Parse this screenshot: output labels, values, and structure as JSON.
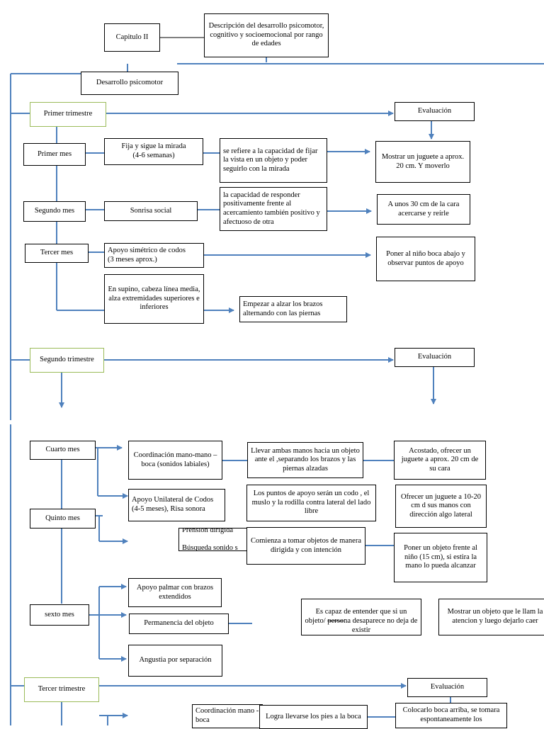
{
  "title": {
    "chapter": "Capitulo II",
    "description": "Descripción del desarrollo psicomotor, cognitivo y socioemocional por rango de edades"
  },
  "main_branch": "Desarrollo psicomotor",
  "first_trimester": {
    "label": "Primer trimestre",
    "evaluation": "Evaluación",
    "month1": {
      "label": "Primer mes",
      "milestone": "Fija y sigue la mirada\n(4-6 semanas)",
      "definition": "se refiere a la capacidad de fijar la vista en un objeto y poder seguirlo con la mirada",
      "test": "Mostrar un juguete a aprox. 20 cm. Y moverlo"
    },
    "month2": {
      "label": "Segundo mes",
      "milestone": "Sonrisa social",
      "definition": "la capacidad de responder positivamente frente al acercamiento también positivo y afectuoso de otra",
      "test": "A unos  30 cm de la cara acercarse y reírle"
    },
    "month3": {
      "label": "Tercer mes",
      "milestone1": "Apoyo simétrico de codos\n(3 meses aprox.)",
      "test1": "Poner al niño boca abajo y observar puntos de apoyo",
      "milestone2": "En supino, cabeza línea media, alza extremidades superiores e inferiores",
      "test2": "Empezar a alzar los brazos alternando con las piernas"
    }
  },
  "second_trimester": {
    "label": "Segundo trimestre",
    "evaluation": "Evaluación",
    "month4": {
      "label": "Cuarto mes",
      "milestone": "Coordinación mano-mano – boca (sonidos labiales)",
      "definition": "Llevar ambas manos hacia  un objeto ante el ,separando los brazos y las piernas alzadas",
      "test": "Acostado, ofrecer un juguete a aprox. 20 cm de su cara"
    },
    "month5": {
      "label": "Quinto mes",
      "milestone1": "Apoyo Unilateral de Codos (4-5 meses), Risa sonora",
      "definition1": "Los puntos de apoyo serán un codo , el muslo  y la rodilla contra lateral del lado libre",
      "test1": "Ofrecer un juguete a 10-20 cm d sus manos con dirección algo lateral",
      "milestone2_line1": "Prensión dirigida",
      "milestone2_line2": "Búsqueda sonido s",
      "definition2": "Comienza a tomar objetos de manera dirigida y con intención",
      "test2": "Poner un objeto frente al niño (15 cm), si estira la mano lo pueda alcanzar"
    },
    "month6": {
      "label": "sexto mes",
      "milestone1": "Apoyo palmar con brazos extendidos",
      "milestone2": "Permanencia del objeto",
      "milestone3": "Angustia por separación",
      "definition_pre": "Es capaz de entender que si un objeto/ ",
      "definition_strike": "perso",
      "definition_post": "na desaparece no deja de existir",
      "test": "Mostrar un objeto que le llam la atencion y luego dejarlo caer"
    }
  },
  "third_trimester": {
    "label": "Tercer trimestre",
    "evaluation": "Evaluación",
    "milestone": "Coordinación mano - boca",
    "definition": "Logra llevarse los pies a la boca",
    "test": "Colocarlo boca arriba, se tomara espontaneamente los"
  },
  "colors": {
    "connector": "#4f81bd",
    "trimester_border": "#9bbb59",
    "box_border": "#000000"
  }
}
